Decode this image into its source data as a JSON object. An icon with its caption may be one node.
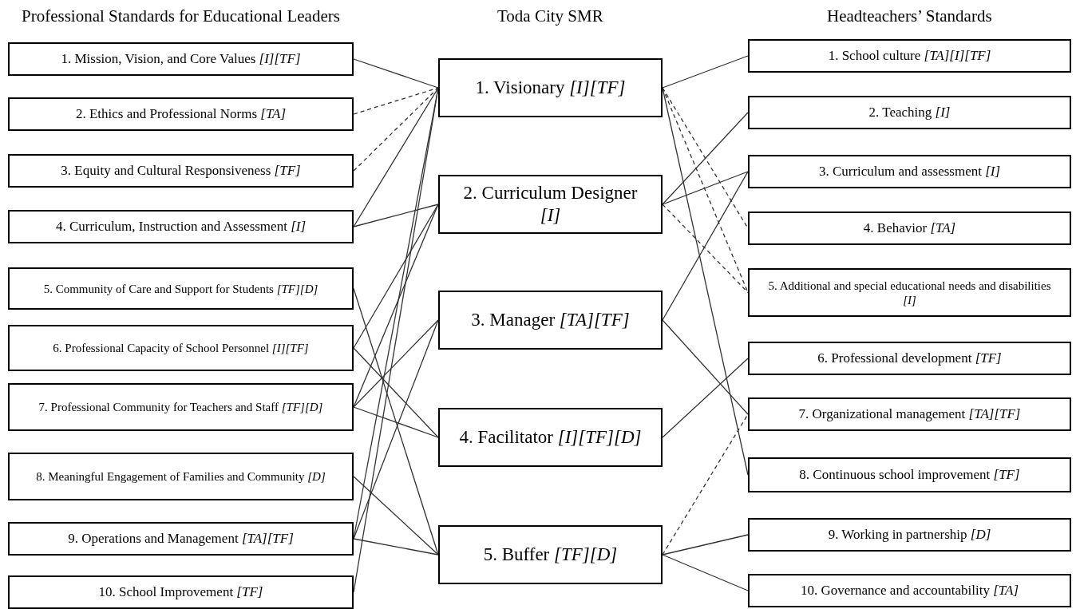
{
  "diagram": {
    "nodes": [
      {
        "text": [
          "1. Mission, Vision, and Core Values *[I][TF]*"
        ]
      },
      {
        "text": [
          "2. Ethics and Professional Norms *[TA]*"
        ]
      },
      {
        "text": [
          "3. Equity and Cultural Responsiveness *[TF]*"
        ]
      },
      {
        "text": [
          "4. Curriculum, Instruction and Assessment *[I]*"
        ]
      },
      {
        "text": [
          "5. Community of Care and Support for Students *[TF][D]*"
        ]
      },
      {
        "text": [
          "6. Professional Capacity of School Personnel *[I][TF]*"
        ]
      },
      {
        "text": [
          "7. Professional Community for Teachers and Staff *[TF][D]*"
        ]
      },
      {
        "text": [
          "8. Meaningful Engagement of Families and Community *[D]*"
        ]
      },
      {
        "text": [
          "9. Operations and Management *[TA][TF]*"
        ]
      },
      {
        "text": [
          "10. School Improvement *[TF]*"
        ]
      },
      {
        "text": [
          "1. Visionary *[I][TF]*"
        ]
      },
      {
        "text": [
          "2. Curriculum Designer *[I]*"
        ]
      },
      {
        "text": [
          "3. Manager *[TA][TF]*"
        ]
      },
      {
        "text": [
          "4. Facilitator *[I][TF][D]*"
        ]
      },
      {
        "text": [
          "5. Buffer *[TF][D]*"
        ]
      },
      {
        "text": [
          "1. School culture *[TA][I][TF]*"
        ]
      },
      {
        "text": [
          "2. Teaching *[I]*"
        ]
      },
      {
        "text": [
          "3. Curriculum and assessment *[I]*"
        ]
      },
      {
        "text": [
          "4. Behavior *[TA]*"
        ]
      },
      {
        "text": [
          "5. Additional and special educational needs and disabilities *[I]*"
        ]
      },
      {
        "text": [
          "6. Professional development *[TF]*"
        ]
      },
      {
        "text": [
          "7. Organizational management *[TA][TF]*"
        ]
      },
      {
        "text": [
          "8. Continuous school improvement *[TF]*"
        ]
      },
      {
        "text": [
          "9. Working in partnership *[D]*"
        ]
      },
      {
        "text": [
          "10. Governance and accountability *[TA]*"
        ]
      }
    ],
    "edges": [
      {
        "from": 0,
        "to": 10,
        "arrow": "none"
      },
      {
        "from": 1,
        "to": 10,
        "arrow": "none",
        "style": "dashed"
      },
      {
        "from": 2,
        "to": 10,
        "arrow": "none",
        "style": "dashed"
      },
      {
        "from": 3,
        "to": 10,
        "arrow": "none"
      },
      {
        "from": 3,
        "to": 11,
        "arrow": "none"
      },
      {
        "from": 4,
        "to": 14,
        "arrow": "none"
      },
      {
        "from": 5,
        "to": 11,
        "arrow": "none"
      },
      {
        "from": 5,
        "to": 13,
        "arrow": "none"
      },
      {
        "from": 6,
        "to": 11,
        "arrow": "none"
      },
      {
        "from": 6,
        "to": 12,
        "arrow": "none"
      },
      {
        "from": 6,
        "to": 13,
        "arrow": "none"
      },
      {
        "from": 7,
        "to": 14,
        "arrow": "none"
      },
      {
        "from": 8,
        "to": 10,
        "arrow": "none"
      },
      {
        "from": 8,
        "to": 12,
        "arrow": "none"
      },
      {
        "from": 8,
        "to": 14,
        "arrow": "none"
      },
      {
        "from": 9,
        "to": 10,
        "arrow": "none"
      },
      {
        "from": 10,
        "to": 15,
        "arrow": "none"
      },
      {
        "from": 10,
        "to": 18,
        "arrow": "none",
        "style": "dashed"
      },
      {
        "from": 10,
        "to": 19,
        "arrow": "none",
        "style": "dashed"
      },
      {
        "from": 10,
        "to": 22,
        "arrow": "none"
      },
      {
        "from": 11,
        "to": 16,
        "arrow": "none"
      },
      {
        "from": 11,
        "to": 17,
        "arrow": "none"
      },
      {
        "from": 11,
        "to": 19,
        "arrow": "none",
        "style": "dashed"
      },
      {
        "from": 12,
        "to": 17,
        "arrow": "none"
      },
      {
        "from": 12,
        "to": 21,
        "arrow": "none"
      },
      {
        "from": 13,
        "to": 20,
        "arrow": "none"
      },
      {
        "from": 14,
        "to": 21,
        "arrow": "none",
        "style": "dashed"
      },
      {
        "from": 14,
        "to": 23,
        "arrow": "none"
      },
      {
        "from": 14,
        "to": 24,
        "arrow": "none"
      }
    ],
    "labels": [
      "Professional Standards for Educational Leaders",
      "Toda City SMR",
      "Headteachers’ Standards"
    ]
  }
}
